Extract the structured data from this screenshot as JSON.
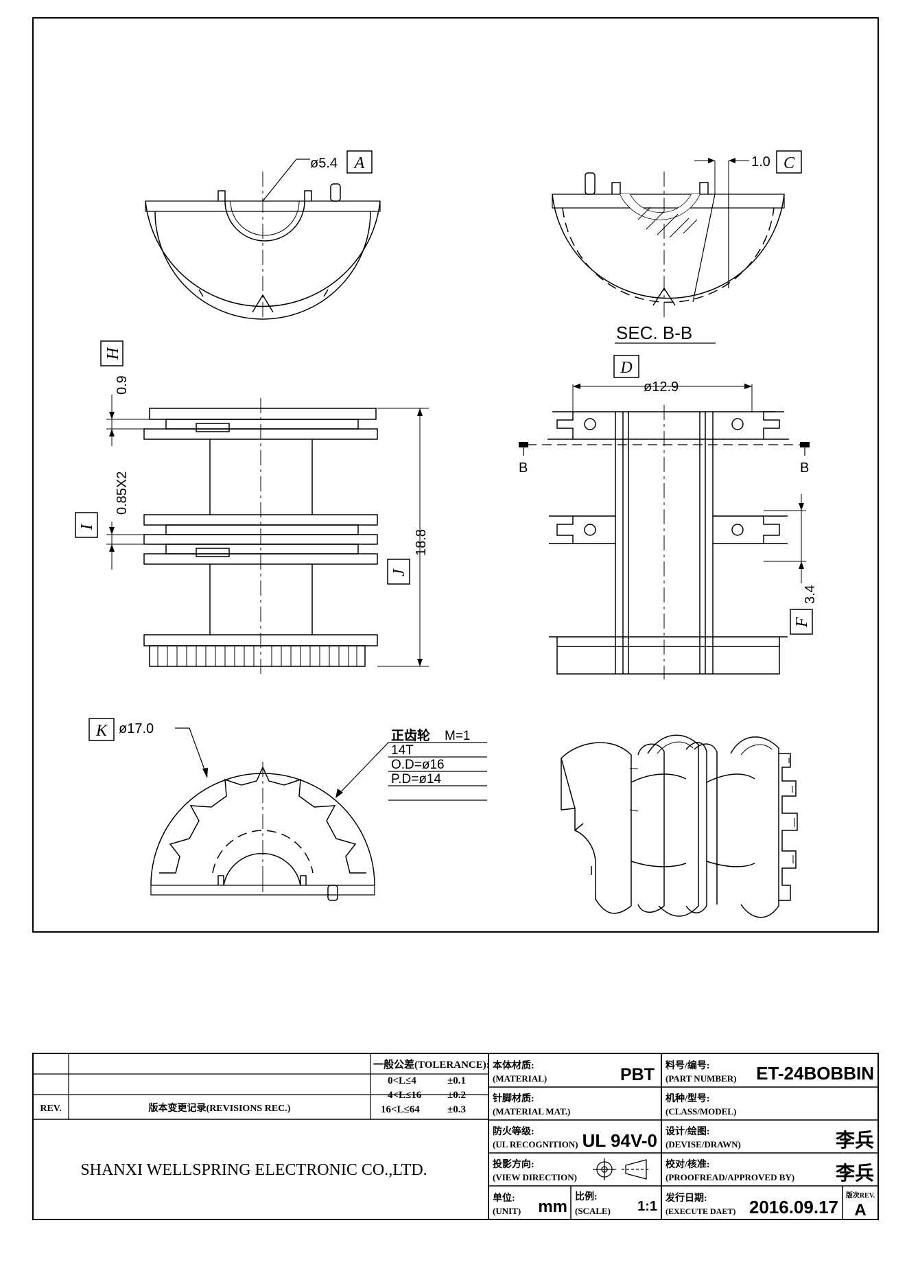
{
  "labels": {
    "A": "A",
    "C": "C",
    "D": "D",
    "F": "F",
    "H": "H",
    "I": "I",
    "J": "J",
    "K": "K",
    "B": "B"
  },
  "dims": {
    "phi_5_4": "ø5.4",
    "d_1_0": "1.0",
    "sec": "SEC. B-B",
    "phi_12_9": "ø12.9",
    "d_0_9": "0.9",
    "d_0_85x2": "0.85X2",
    "d_18_8": "18.8",
    "d_3_4": "3.4",
    "phi_17_0": "ø17.0"
  },
  "gear_spec": {
    "title": "正齿轮",
    "module": "M=1",
    "teeth": "14T",
    "od": "O.D=ø16",
    "pd": "P.D=ø14"
  },
  "title_block": {
    "rev_header": "REV.",
    "revisions_header": "版本变更记录(REVISIONS REC.)",
    "tolerance_title": "一般公差(TOLERANCE):",
    "tolerance_rows": [
      {
        "range": "0<L≤4",
        "value": "±0.1"
      },
      {
        "range": "4<L≤16",
        "value": "±0.2"
      },
      {
        "range": "16<L≤64",
        "value": "±0.3"
      }
    ],
    "company": "SHANXI WELLSPRING ELECTRONIC CO.,LTD.",
    "material_cn": "本体材质:",
    "material_en": "(MATERIAL)",
    "material_value": "PBT",
    "pin_material_cn": "针脚材质:",
    "pin_material_en": "(MATERIAL MAT.)",
    "ul_cn": "防火等级:",
    "ul_en": "(UL RECOGNITION)",
    "ul_value": "UL 94V-0",
    "view_cn": "投影方向:",
    "view_en": "(VIEW DIRECTION)",
    "unit_cn": "单位:",
    "unit_en": "(UNIT)",
    "unit_value": "mm",
    "scale_cn": "比例:",
    "scale_en": "(SCALE)",
    "scale_value": "1:1",
    "part_cn": "料号/编号:",
    "part_en": "(PART NUMBER)",
    "part_value": "ET-24BOBBIN",
    "class_cn": "机种/型号:",
    "class_en": "(CLASS/MODEL)",
    "drawn_cn": "设计/绘图:",
    "drawn_en": "(DEVISE/DRAWN)",
    "drawn_value": "李兵",
    "approved_cn": "校对/核准:",
    "approved_en": "(PROOFREAD/APPROVED BY)",
    "approved_value": "李兵",
    "date_cn": "发行日期:",
    "date_en": "(EXECUTE DAET)",
    "date_value": "2016.09.17",
    "rev_cn": "版次REV.",
    "rev_value": "A"
  }
}
